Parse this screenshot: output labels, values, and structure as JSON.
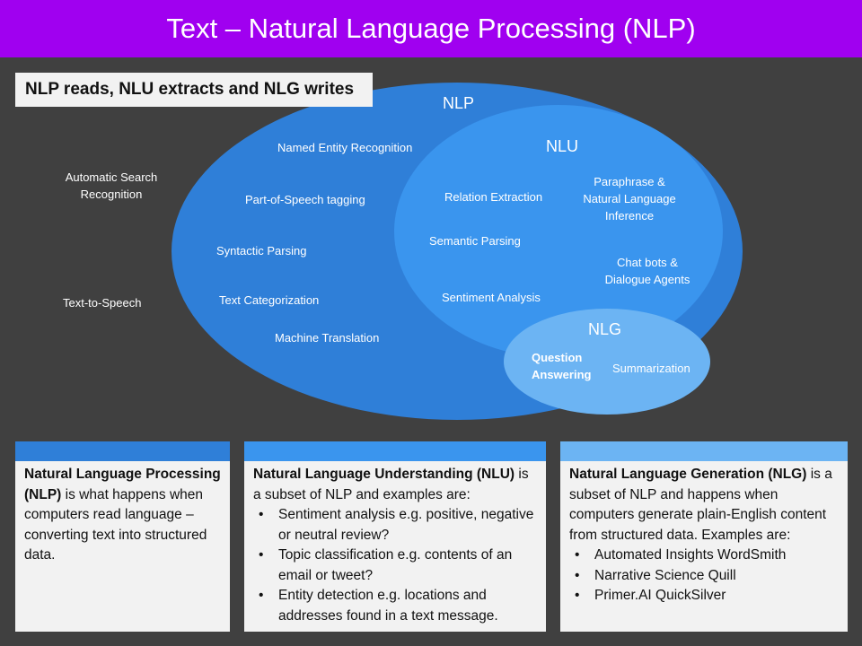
{
  "title": "Text – Natural Language Processing (NLP)",
  "tagline": "NLP reads, NLU extracts and NLG writes",
  "colors": {
    "title_bg": "#a000f0",
    "background": "#404040",
    "nlp": "#2f7fd8",
    "nlu": "#3a95ee",
    "nlg": "#6cb4f3"
  },
  "venn": {
    "nlp": "NLP",
    "nlu": "NLU",
    "nlg": "NLG"
  },
  "outside": {
    "automatic_search": "Automatic Search\nRecognition",
    "text_to_speech": "Text-to-Speech"
  },
  "nlp_only": {
    "ner": "Named Entity Recognition",
    "pos": "Part-of-Speech tagging",
    "syntactic": "Syntactic Parsing",
    "categorization": "Text Categorization",
    "translation": "Machine Translation"
  },
  "nlu_items": {
    "relation": "Relation Extraction",
    "paraphrase": "Paraphrase &\nNatural Language\nInference",
    "semantic": "Semantic Parsing",
    "chatbots": "Chat bots &\nDialogue Agents",
    "sentiment": "Sentiment Analysis"
  },
  "nlg_items": {
    "qa": "Question\nAnswering",
    "summarization": "Summarization"
  },
  "cards": {
    "nlp": {
      "bold": "Natural Language Processing (NLP)",
      "text": " is what happens when computers read language – converting text into structured data."
    },
    "nlu": {
      "bold": "Natural Language Understanding (NLU)",
      "text": " is a subset of NLP and examples are:",
      "bullets": [
        "Sentiment analysis e.g. positive, negative or neutral review?",
        "Topic classification e.g. contents of an email or tweet?",
        "Entity detection e.g. locations and addresses found in a text message."
      ]
    },
    "nlg": {
      "bold": "Natural Language Generation (NLG)",
      "text": " is a subset of NLP and happens when computers generate plain-English content from structured data. Examples are:",
      "bullets": [
        "Automated Insights WordSmith",
        "Narrative Science Quill",
        "Primer.AI QuickSilver"
      ]
    }
  }
}
